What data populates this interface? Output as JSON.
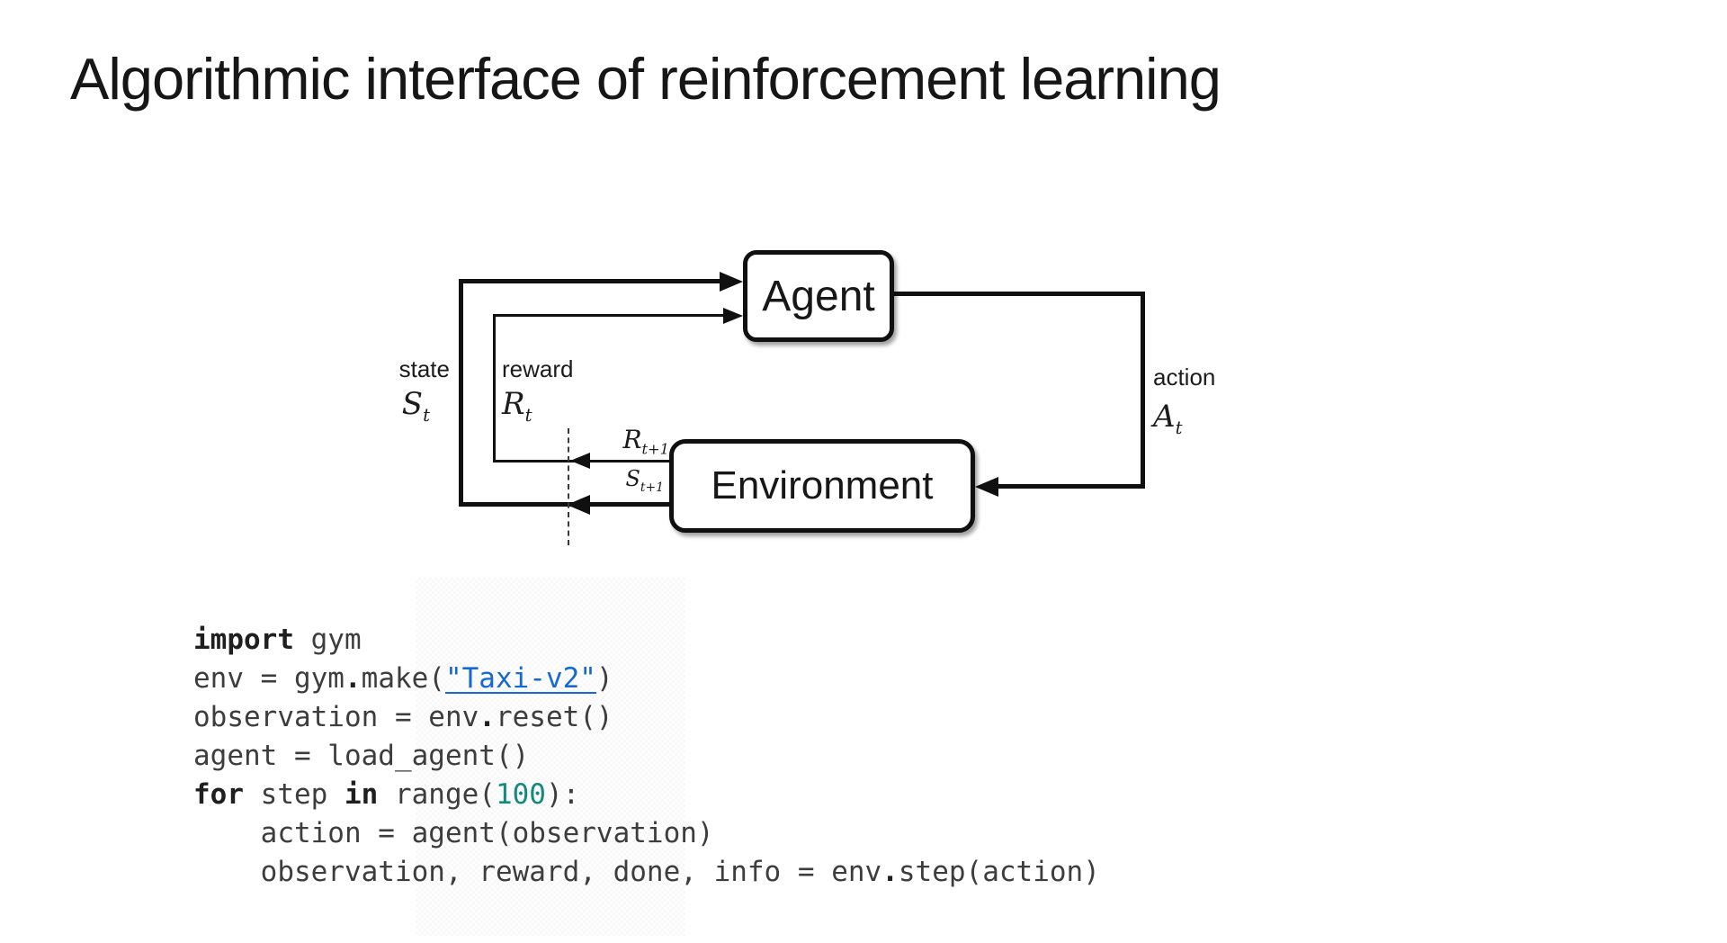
{
  "slide": {
    "title": "Algorithmic interface of reinforcement learning"
  },
  "diagram": {
    "agent_label": "Agent",
    "environment_label": "Environment",
    "state": {
      "label": "state",
      "symbol": "S",
      "subscript": "t"
    },
    "reward": {
      "label": "reward",
      "symbol": "R",
      "subscript": "t"
    },
    "action": {
      "label": "action",
      "symbol": "A",
      "subscript": "t"
    },
    "next_reward": {
      "symbol": "R",
      "subscript": "t+1"
    },
    "next_state": {
      "symbol": "S",
      "subscript": "t+1"
    },
    "line_color": "#101010"
  },
  "code": {
    "language": "python",
    "colors": {
      "plain": "#3d3d3d",
      "keyword": "#1f1f1f",
      "link": "#1668d2",
      "number": "#14897d"
    },
    "lines": [
      [
        {
          "t": "import",
          "s": "kw"
        },
        {
          "t": " gym",
          "s": "p"
        }
      ],
      [
        {
          "t": "env = gym",
          "s": "p"
        },
        {
          "t": ".",
          "s": "kw"
        },
        {
          "t": "make(",
          "s": "p"
        },
        {
          "t": "\"Taxi-v2\"",
          "s": "link"
        },
        {
          "t": ")",
          "s": "p"
        }
      ],
      [
        {
          "t": "observation = env",
          "s": "p"
        },
        {
          "t": ".",
          "s": "kw"
        },
        {
          "t": "reset()",
          "s": "p"
        }
      ],
      [
        {
          "t": "agent = load_agent()",
          "s": "p"
        }
      ],
      [
        {
          "t": "for",
          "s": "kw"
        },
        {
          "t": " step ",
          "s": "p"
        },
        {
          "t": "in",
          "s": "kw"
        },
        {
          "t": " range(",
          "s": "p"
        },
        {
          "t": "100",
          "s": "num"
        },
        {
          "t": "):",
          "s": "p"
        }
      ],
      [
        {
          "t": "    action = agent(observation)",
          "s": "p"
        }
      ],
      [
        {
          "t": "    observation, reward, done, info = env",
          "s": "p"
        },
        {
          "t": ".",
          "s": "kw"
        },
        {
          "t": "step(action)",
          "s": "p"
        }
      ]
    ]
  }
}
